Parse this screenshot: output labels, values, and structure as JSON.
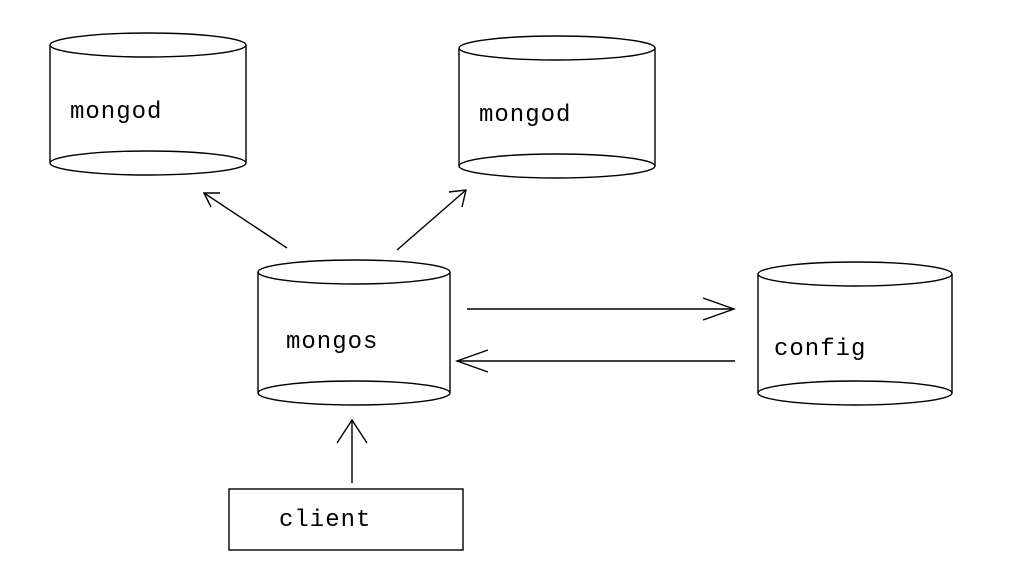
{
  "nodes": {
    "mongod_left": {
      "label": "mongod",
      "shape": "cylinder-icon"
    },
    "mongod_right": {
      "label": "mongod",
      "shape": "cylinder-icon"
    },
    "mongos": {
      "label": "mongos",
      "shape": "cylinder-icon"
    },
    "config": {
      "label": "config",
      "shape": "cylinder-icon"
    },
    "client": {
      "label": "client",
      "shape": "rectangle"
    }
  },
  "edges": [
    {
      "from": "mongos",
      "to": "mongod_left"
    },
    {
      "from": "mongos",
      "to": "mongod_right"
    },
    {
      "from": "mongos",
      "to": "config"
    },
    {
      "from": "config",
      "to": "mongos"
    },
    {
      "from": "client",
      "to": "mongos"
    }
  ],
  "colors": {
    "stroke": "#000000",
    "background": "#ffffff"
  }
}
